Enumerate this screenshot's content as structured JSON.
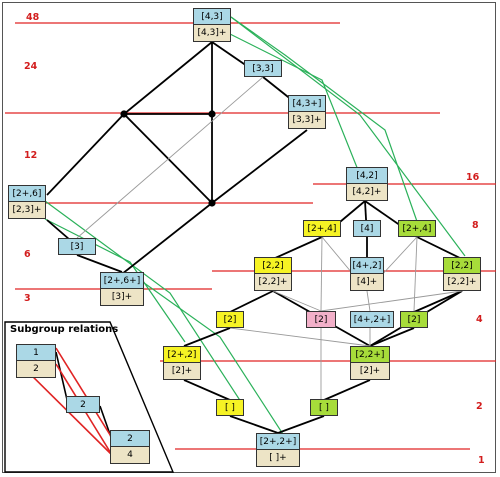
{
  "colors": {
    "blue": "#abd8e6",
    "tan": "#ede4c6",
    "yellow": "#f6f324",
    "pink": "#f2b0c9",
    "green": "#a7dc3a",
    "line_red": "#e02424",
    "line_green": "#2bb15a",
    "edge": "#000000"
  },
  "orders": [
    {
      "id": "48",
      "label": "48"
    },
    {
      "id": "24",
      "label": "24"
    },
    {
      "id": "12",
      "label": "12"
    },
    {
      "id": "6",
      "label": "6"
    },
    {
      "id": "3",
      "label": "3"
    },
    {
      "id": "16",
      "label": "16"
    },
    {
      "id": "8",
      "label": "8"
    },
    {
      "id": "4",
      "label": "4"
    },
    {
      "id": "2",
      "label": "2"
    },
    {
      "id": "1",
      "label": "1"
    }
  ],
  "nodes": [
    {
      "id": "n43",
      "top": "[4,3]",
      "bottom": "[4,3]+",
      "top_color": "blue",
      "bottom_color": "tan"
    },
    {
      "id": "n33",
      "top": "[3,3]",
      "bottom": "",
      "top_color": "blue",
      "bottom_color": ""
    },
    {
      "id": "n43p",
      "top": "[4,3+]",
      "bottom": "[3,3]+",
      "top_color": "blue",
      "bottom_color": "tan"
    },
    {
      "id": "n26",
      "top": "[2+,6]",
      "bottom": "[2,3]+",
      "top_color": "blue",
      "bottom_color": "tan"
    },
    {
      "id": "n3",
      "top": "[3]",
      "bottom": "",
      "top_color": "blue",
      "bottom_color": ""
    },
    {
      "id": "n26p",
      "top": "[2+,6+]",
      "bottom": "[3]+",
      "top_color": "blue",
      "bottom_color": "tan"
    },
    {
      "id": "n42",
      "top": "[4,2]",
      "bottom": "[4,2]+",
      "top_color": "blue",
      "bottom_color": "tan"
    },
    {
      "id": "n2p4a",
      "top": "[2+,4]",
      "bottom": "",
      "top_color": "yellow",
      "bottom_color": ""
    },
    {
      "id": "n4",
      "top": "[4]",
      "bottom": "",
      "top_color": "blue",
      "bottom_color": ""
    },
    {
      "id": "n2p4b",
      "top": "[2+,4]",
      "bottom": "",
      "top_color": "green",
      "bottom_color": ""
    },
    {
      "id": "n22y",
      "top": "[2,2]",
      "bottom": "[2,2]+",
      "top_color": "yellow",
      "bottom_color": "tan"
    },
    {
      "id": "n4p2",
      "top": "[4+,2]",
      "bottom": "[4]+",
      "top_color": "blue",
      "bottom_color": "tan"
    },
    {
      "id": "n22g",
      "top": "[2,2]",
      "bottom": "[2,2]+",
      "top_color": "green",
      "bottom_color": "tan"
    },
    {
      "id": "n2y",
      "top": "[2]",
      "bottom": "",
      "top_color": "yellow",
      "bottom_color": ""
    },
    {
      "id": "n2pk",
      "top": "[2]",
      "bottom": "",
      "top_color": "pink",
      "bottom_color": ""
    },
    {
      "id": "n4p2p",
      "top": "[4+,2+]",
      "bottom": "",
      "top_color": "blue",
      "bottom_color": ""
    },
    {
      "id": "n2g",
      "top": "[2]",
      "bottom": "",
      "top_color": "green",
      "bottom_color": ""
    },
    {
      "id": "n2p2",
      "top": "[2+,2]",
      "bottom": "[2]+",
      "top_color": "yellow",
      "bottom_color": "tan"
    },
    {
      "id": "n22p",
      "top": "[2,2+]",
      "bottom": "[2]+",
      "top_color": "green",
      "bottom_color": "tan"
    },
    {
      "id": "nEy",
      "top": "[ ]",
      "bottom": "",
      "top_color": "yellow",
      "bottom_color": ""
    },
    {
      "id": "nEg",
      "top": "[ ]",
      "bottom": "",
      "top_color": "green",
      "bottom_color": ""
    },
    {
      "id": "n2p2p",
      "top": "[2+,2+]",
      "bottom": "[ ]+",
      "top_color": "blue",
      "bottom_color": "tan"
    }
  ],
  "legend": {
    "title": "Subgroup relations",
    "nodes": [
      {
        "id": "L1",
        "top": "1",
        "bottom": "2",
        "top_color": "blue",
        "bottom_color": "tan"
      },
      {
        "id": "L2",
        "top": "2",
        "bottom": "",
        "top_color": "blue",
        "bottom_color": ""
      },
      {
        "id": "L3",
        "top": "2",
        "bottom": "4",
        "top_color": "blue",
        "bottom_color": "tan"
      }
    ]
  }
}
